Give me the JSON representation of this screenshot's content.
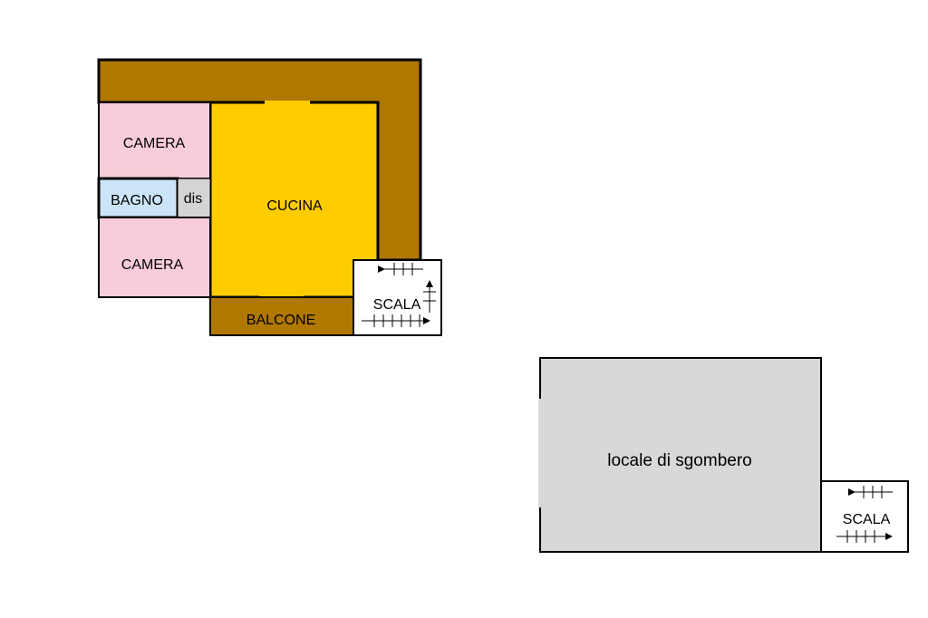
{
  "colors": {
    "wall_brown": "#B07800",
    "kitchen_yellow": "#FFCC00",
    "bedroom_pink": "#F8CCD8",
    "bathroom_blue": "#CCE4F8",
    "hall_gray": "#D4D4D4",
    "storage_gray": "#D8D8D8",
    "stair_white": "#FFFFFF",
    "line": "#000000"
  },
  "upper_floor": {
    "rooms": {
      "camera_top": "CAMERA",
      "bagno": "BAGNO",
      "dis": "dis",
      "camera_bottom": "CAMERA",
      "cucina": "CUCINA",
      "balcone": "BALCONE",
      "scala": "SCALA"
    },
    "stair_icon": "stair-arrows-icon"
  },
  "lower_floor": {
    "rooms": {
      "locale": "locale di sgombero",
      "scala": "SCALA"
    },
    "stair_icon": "stair-arrows-icon"
  }
}
